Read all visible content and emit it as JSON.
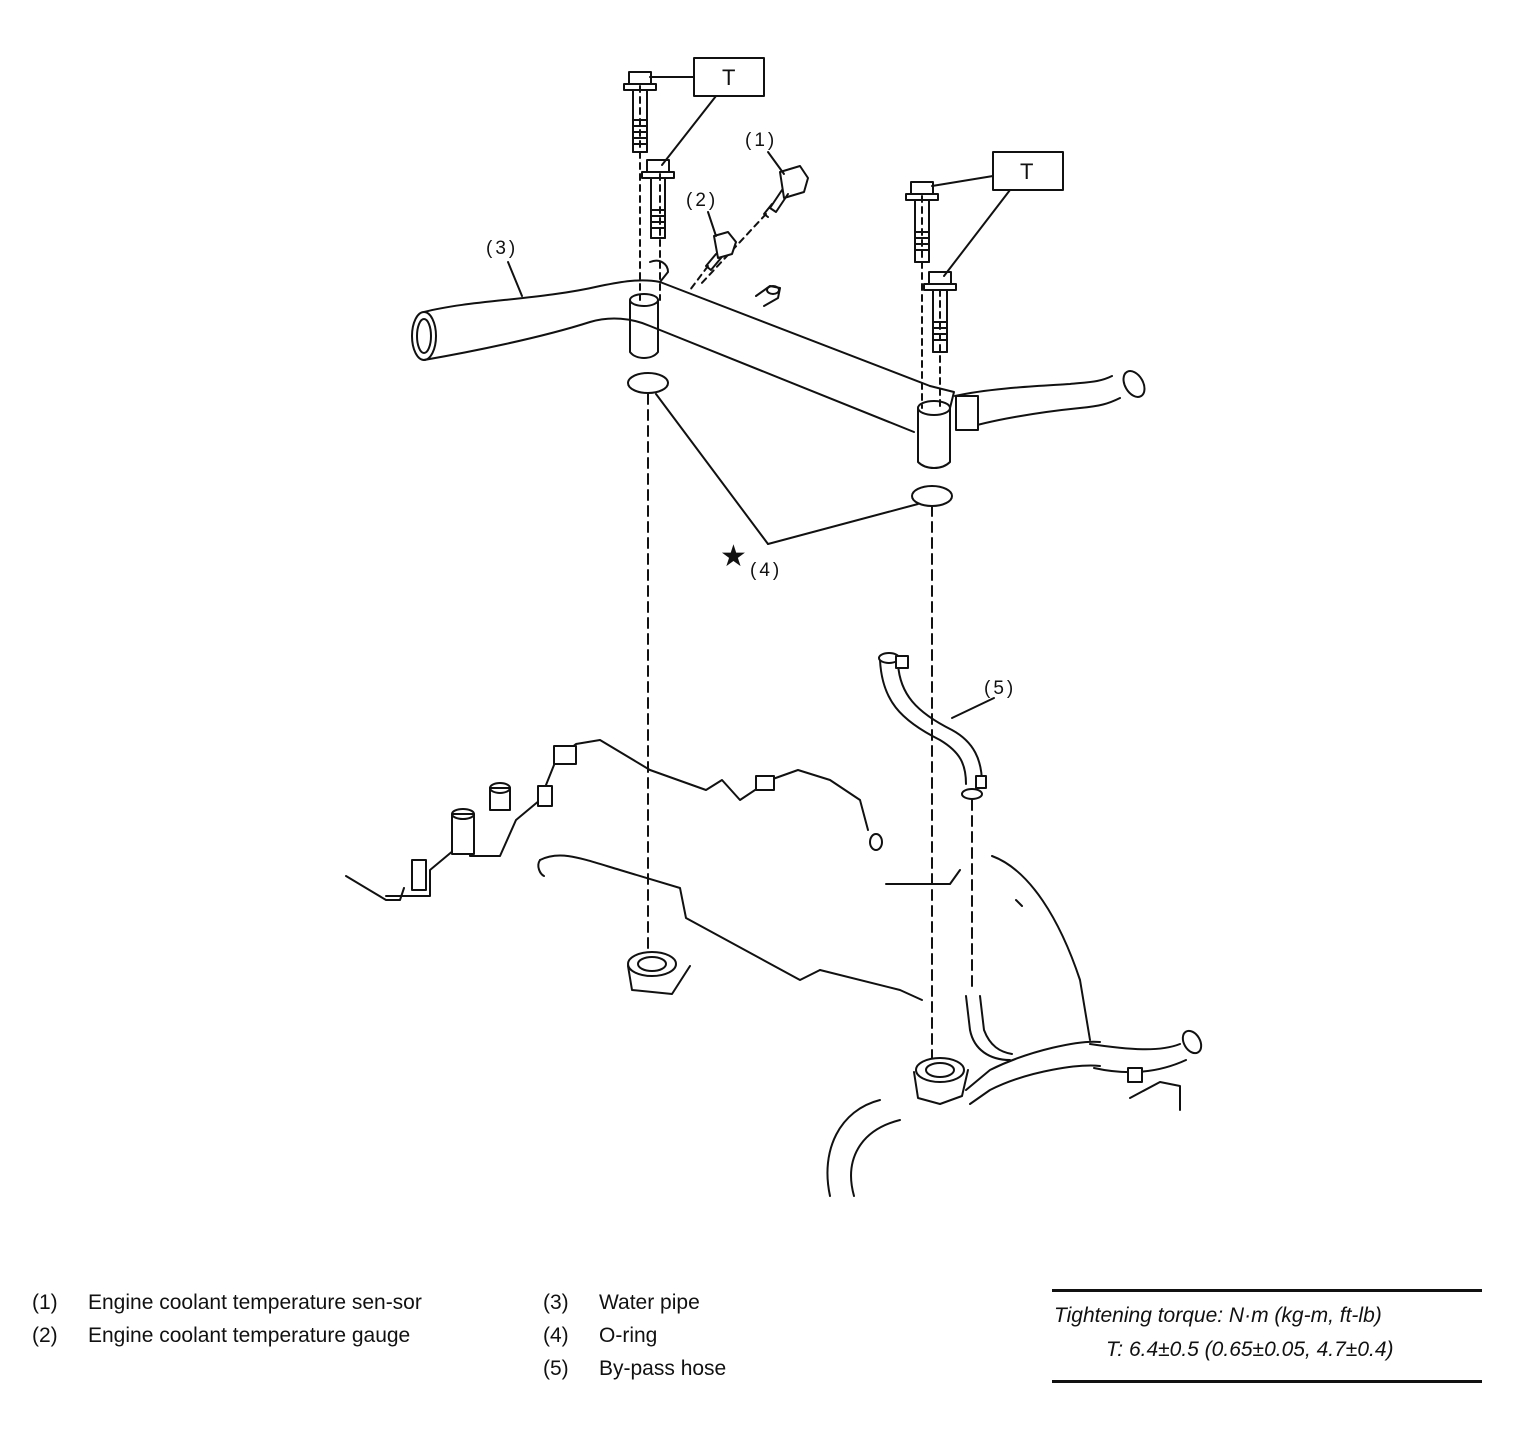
{
  "callouts": {
    "c1": "(1)",
    "c2": "(2)",
    "c3": "(3)",
    "c4": "(4)",
    "c5": "(5)",
    "t_left": "T",
    "t_right": "T",
    "star": "★"
  },
  "legend": {
    "left": [
      {
        "num": "(1)",
        "text": "Engine coolant temperature sen-sor"
      },
      {
        "num": "(2)",
        "text": "Engine coolant temperature gauge"
      }
    ],
    "right": [
      {
        "num": "(3)",
        "text": "Water pipe"
      },
      {
        "num": "(4)",
        "text": "O-ring"
      },
      {
        "num": "(5)",
        "text": "By-pass hose"
      }
    ]
  },
  "torque": {
    "heading": "Tightening torque: N·m (kg-m, ft-lb)",
    "value": "T: 6.4±0.5 (0.65±0.05, 4.7±0.4)"
  }
}
